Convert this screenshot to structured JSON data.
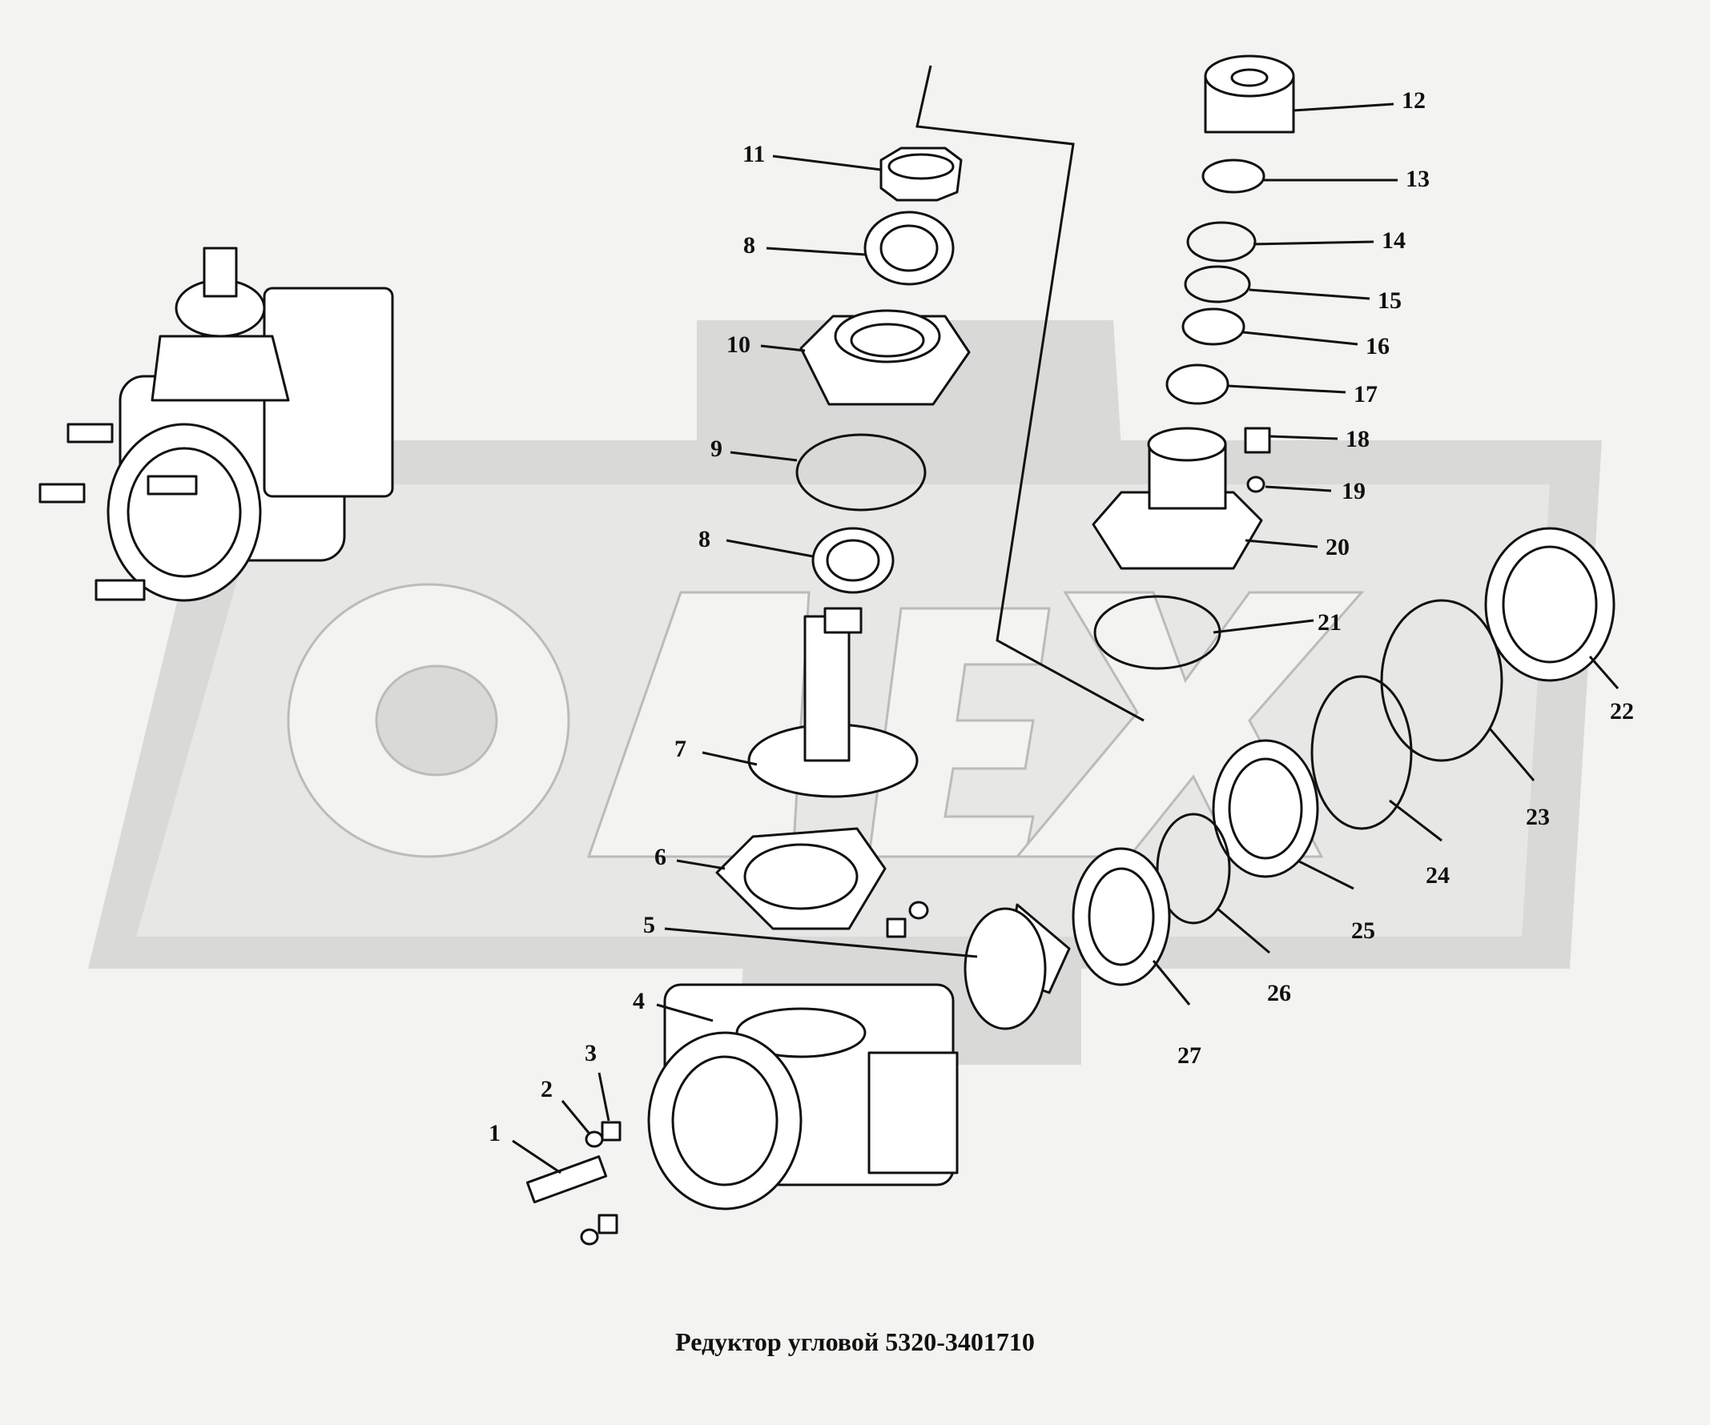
{
  "caption": "Редуктор угловой 5320-3401710",
  "callouts": [
    {
      "id": "1",
      "label": "1"
    },
    {
      "id": "2",
      "label": "2"
    },
    {
      "id": "3",
      "label": "3"
    },
    {
      "id": "4",
      "label": "4"
    },
    {
      "id": "5",
      "label": "5"
    },
    {
      "id": "6",
      "label": "6"
    },
    {
      "id": "7",
      "label": "7"
    },
    {
      "id": "8a",
      "label": "8"
    },
    {
      "id": "8b",
      "label": "8"
    },
    {
      "id": "9",
      "label": "9"
    },
    {
      "id": "10",
      "label": "10"
    },
    {
      "id": "11",
      "label": "11"
    },
    {
      "id": "12",
      "label": "12"
    },
    {
      "id": "13",
      "label": "13"
    },
    {
      "id": "14",
      "label": "14"
    },
    {
      "id": "15",
      "label": "15"
    },
    {
      "id": "16",
      "label": "16"
    },
    {
      "id": "17",
      "label": "17"
    },
    {
      "id": "18",
      "label": "18"
    },
    {
      "id": "19",
      "label": "19"
    },
    {
      "id": "20",
      "label": "20"
    },
    {
      "id": "21",
      "label": "21"
    },
    {
      "id": "22",
      "label": "22"
    },
    {
      "id": "23",
      "label": "23"
    },
    {
      "id": "24",
      "label": "24"
    },
    {
      "id": "25",
      "label": "25"
    },
    {
      "id": "26",
      "label": "26"
    },
    {
      "id": "27",
      "label": "27"
    }
  ],
  "colors": {
    "background": "#f3f3f2",
    "watermark": "#d9d9d8",
    "ink": "#111111"
  }
}
